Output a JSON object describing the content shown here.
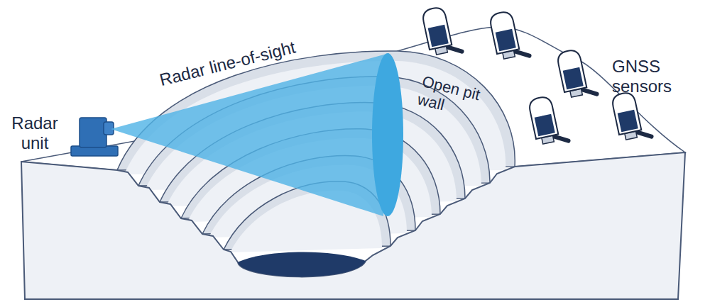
{
  "diagram": {
    "labels": [
      "Radar unit",
      "Radar line-of-sight",
      "Open pit wall",
      "GNSS sensors"
    ]
  }
}
